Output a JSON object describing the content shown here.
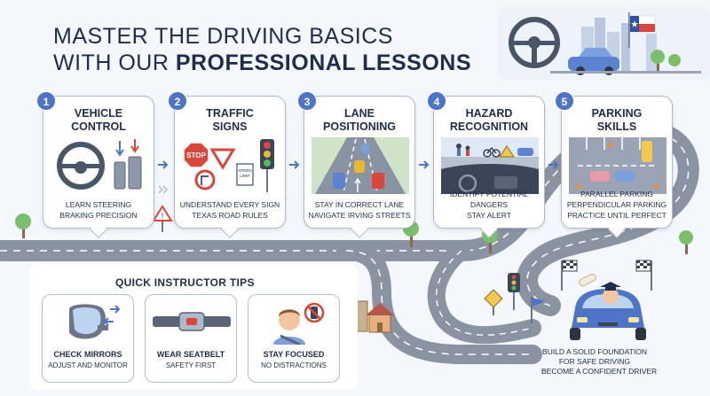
{
  "header": {
    "line1": "MASTER THE DRIVING BASICS",
    "line2_prefix": "WITH OUR ",
    "line2_bold": "PROFESSIONAL LESSONS"
  },
  "steps": [
    {
      "num": "1",
      "title": "VEHICLE\nCONTROL",
      "desc1": "LEARN STEERING",
      "desc2": "BRAKING PRECISION",
      "desc3": ""
    },
    {
      "num": "2",
      "title": "TRAFFIC\nSIGNS",
      "desc1": "UNDERSTAND EVERY SIGN",
      "desc2": "TEXAS ROAD RULES",
      "desc3": ""
    },
    {
      "num": "3",
      "title": "LANE\nPOSITIONING",
      "desc1": "STAY IN CORRECT LANE",
      "desc2": "NAVIGATE IRVING STREETS",
      "desc3": ""
    },
    {
      "num": "4",
      "title": "HAZARD\nRECOGNITION",
      "desc1": "IDENTIFY POTENTIAL",
      "desc2": "DANGERS",
      "desc3": "STAY ALERT"
    },
    {
      "num": "5",
      "title": "PARKING\nSKILLS",
      "desc1": "PARALLEL PARKING",
      "desc2": "PERPENDICULAR PARKING",
      "desc3": "PRACTICE UNTIL PERFECT"
    }
  ],
  "signs": {
    "stop": "STOP",
    "speed_limit": "SPEED\nLIMIT"
  },
  "tips": {
    "title": "QUICK INSTRUCTOR TIPS",
    "items": [
      {
        "label": "CHECK MIRRORS",
        "sub": "ADJUST AND MONITOR",
        "icon": "mirror-icon"
      },
      {
        "label": "WEAR SEATBELT",
        "sub": "SAFETY FIRST",
        "icon": "seatbelt-icon"
      },
      {
        "label": "STAY FOCUSED",
        "sub": "NO DISTRACTIONS",
        "icon": "no-phone-icon"
      }
    ]
  },
  "goal": {
    "line1": "BUILD A SOLID FOUNDATION",
    "line2": "FOR SAFE DRIVING",
    "line3": "BECOME A CONFIDENT DRIVER"
  },
  "colors": {
    "accent": "#4d74c7",
    "road": "#7d8796",
    "road_line": "#ffffff",
    "sign_red": "#d9463b",
    "texas_blue": "#2d4fa3"
  }
}
